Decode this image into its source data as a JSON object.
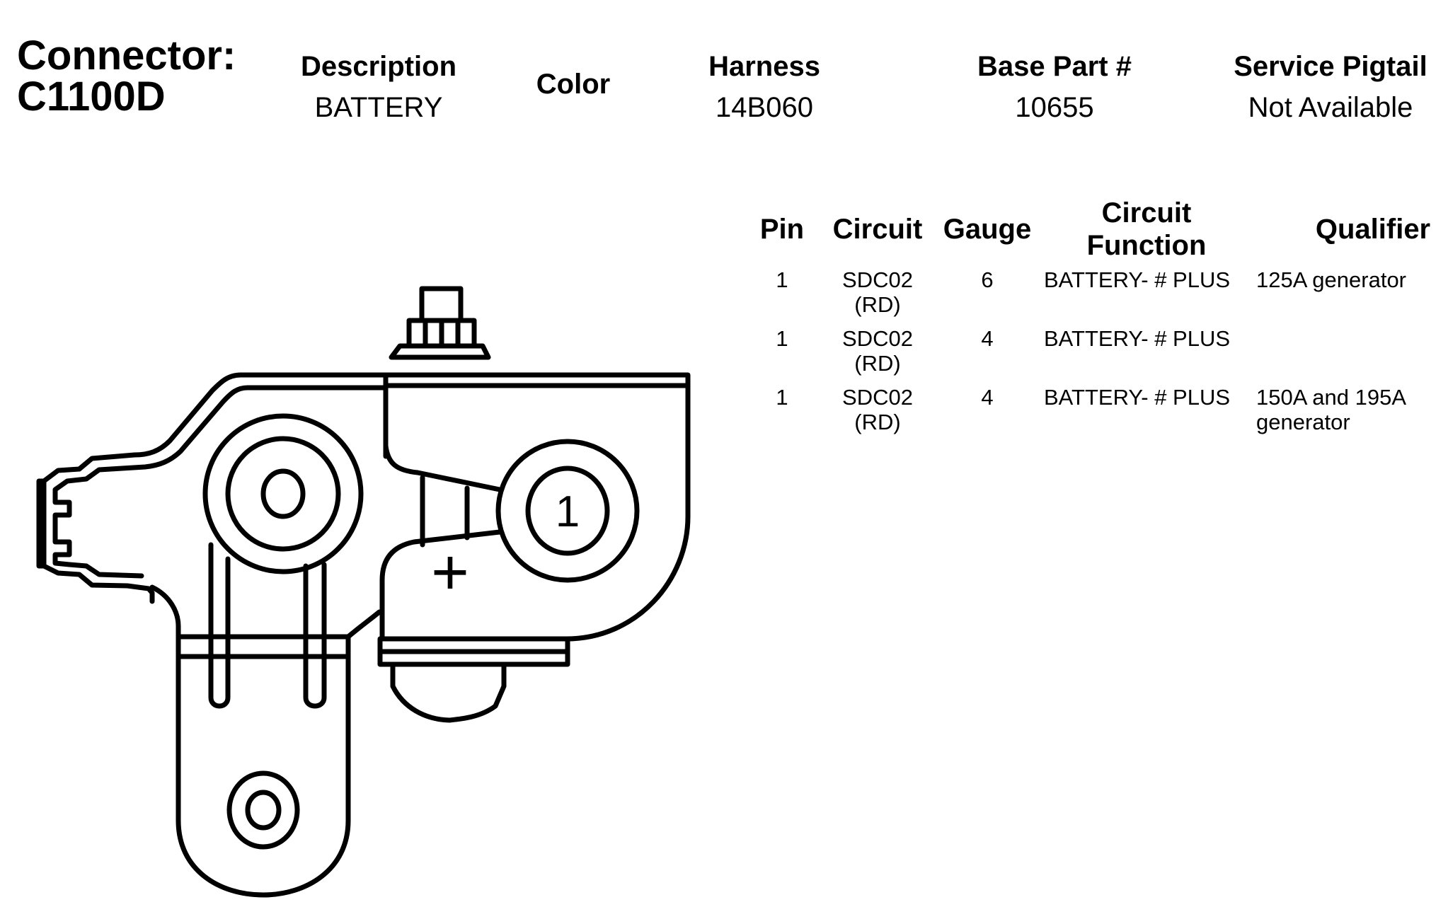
{
  "header": {
    "connector_label": "Connector:",
    "connector_id": "C1100D",
    "description_label": "Description",
    "description_value": "BATTERY",
    "color_label": "Color",
    "harness_label": "Harness",
    "harness_value": "14B060",
    "base_part_label": "Base Part #",
    "base_part_value": "10655",
    "service_pigtail_label": "Service Pigtail",
    "service_pigtail_value": "Not Available"
  },
  "pin_table": {
    "headers": {
      "pin": "Pin",
      "circuit": "Circuit",
      "gauge": "Gauge",
      "circuit_function_line1": "Circuit",
      "circuit_function_line2": "Function",
      "qualifier": "Qualifier"
    },
    "rows": [
      {
        "pin": "1",
        "circuit_line1": "SDC02",
        "circuit_line2": "(RD)",
        "gauge": "6",
        "function": "BATTERY- # PLUS",
        "qualifier_line1": "125A generator",
        "qualifier_line2": ""
      },
      {
        "pin": "1",
        "circuit_line1": "SDC02",
        "circuit_line2": "(RD)",
        "gauge": "4",
        "function": "BATTERY- # PLUS",
        "qualifier_line1": "",
        "qualifier_line2": ""
      },
      {
        "pin": "1",
        "circuit_line1": "SDC02",
        "circuit_line2": "(RD)",
        "gauge": "4",
        "function": "BATTERY- # PLUS",
        "qualifier_line1": "150A and 195A",
        "qualifier_line2": "generator"
      }
    ]
  },
  "drawing": {
    "pin_marker": "1",
    "polarity_symbol": "+"
  }
}
